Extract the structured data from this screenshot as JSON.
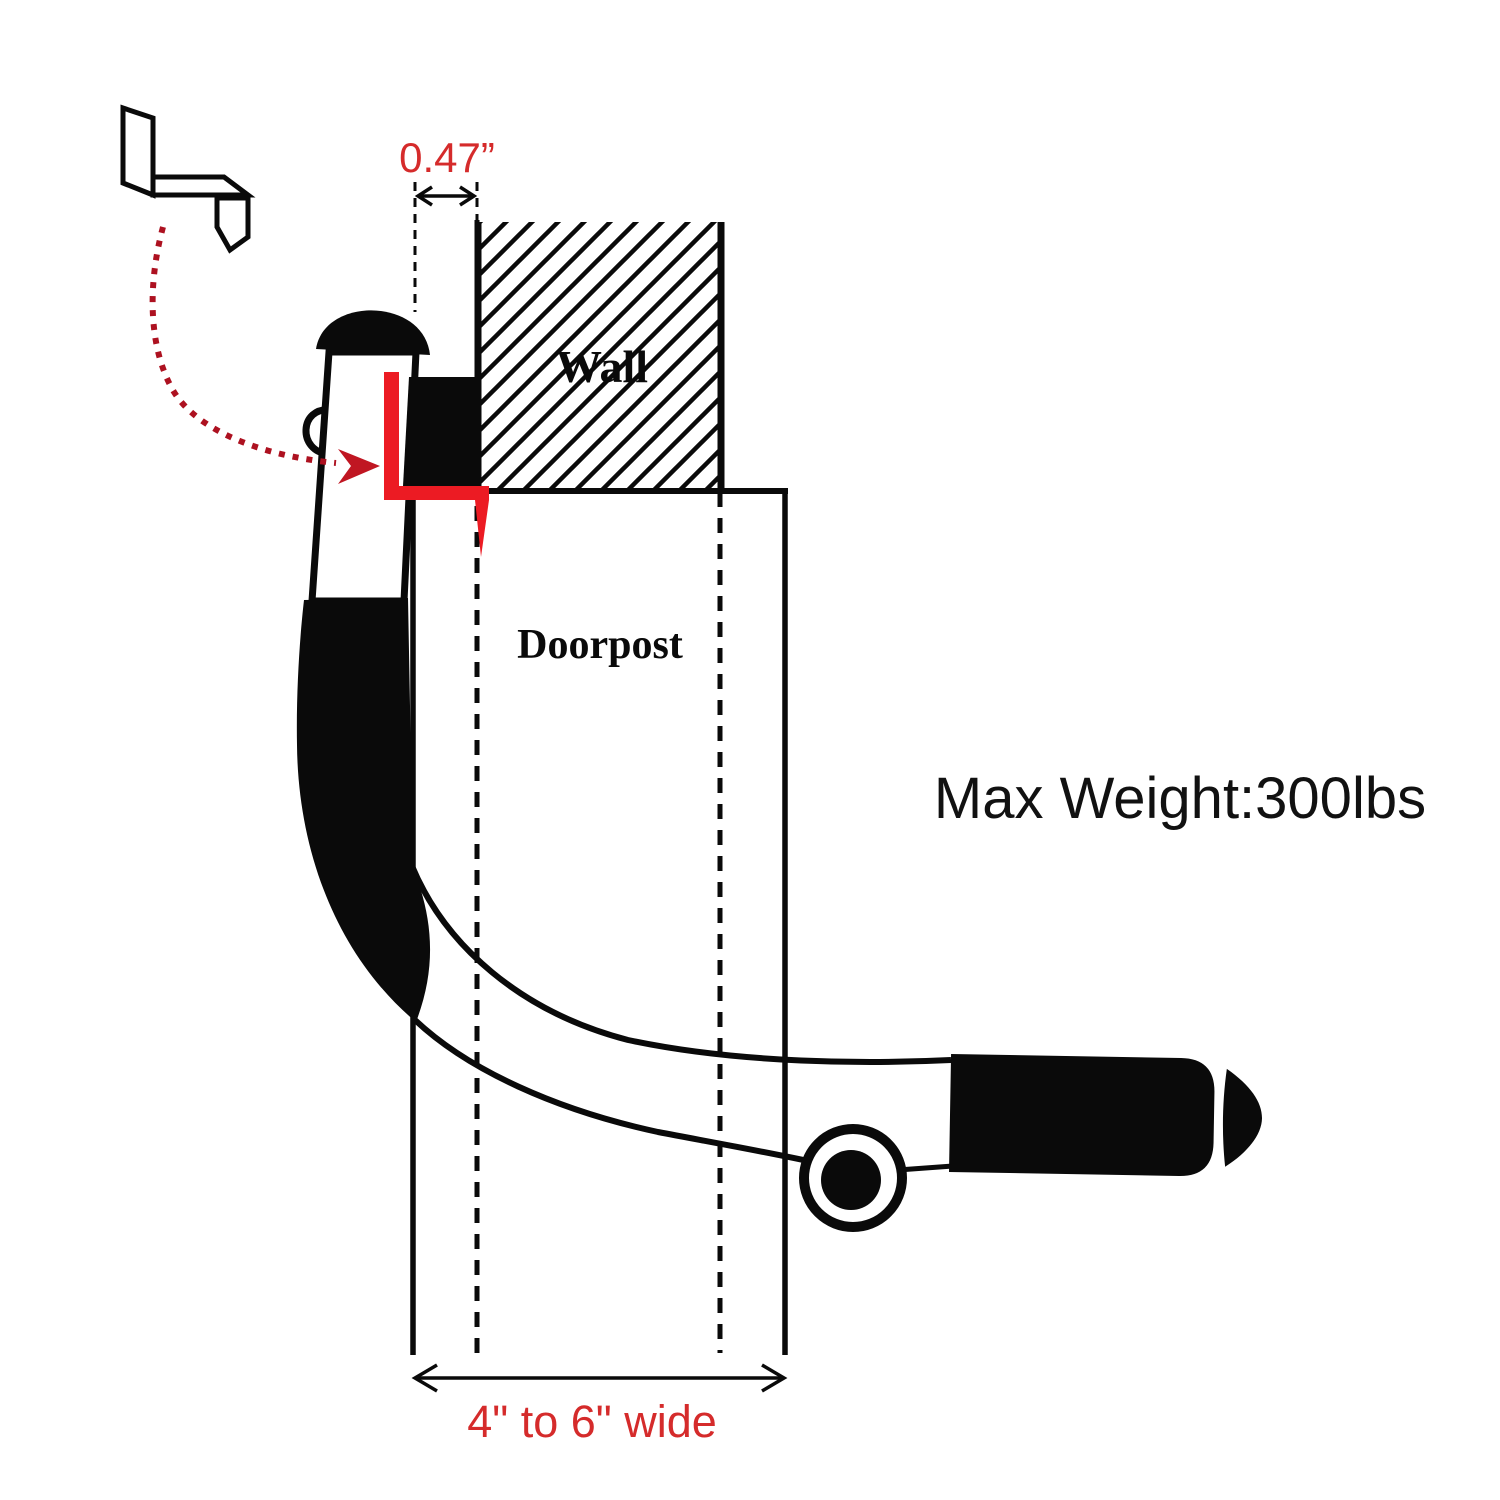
{
  "diagram": {
    "description": "Doorway pull-up bar mounting diagram",
    "labels": {
      "wall": "Wall",
      "doorpost": "Doorpost",
      "max_weight": "Max Weight:300lbs",
      "bracket_gap": "0.47”",
      "doorpost_width": "4\" to 6\" wide"
    },
    "dimensions": {
      "bracket_gap_value": "0.47 inch",
      "doorpost_width_range": "4 to 6 inch",
      "max_weight_value": "300 lbs"
    },
    "colors": {
      "background": "#ffffff",
      "line_black": "#0a0a0a",
      "bracket_red": "#ec1b23",
      "pointer_red": "#ad1120",
      "dim_text_red": "#d52b2b"
    },
    "icons": {
      "bracket_icon": "bracket-3d-icon",
      "pointer": "dotted-arrow-icon"
    }
  }
}
